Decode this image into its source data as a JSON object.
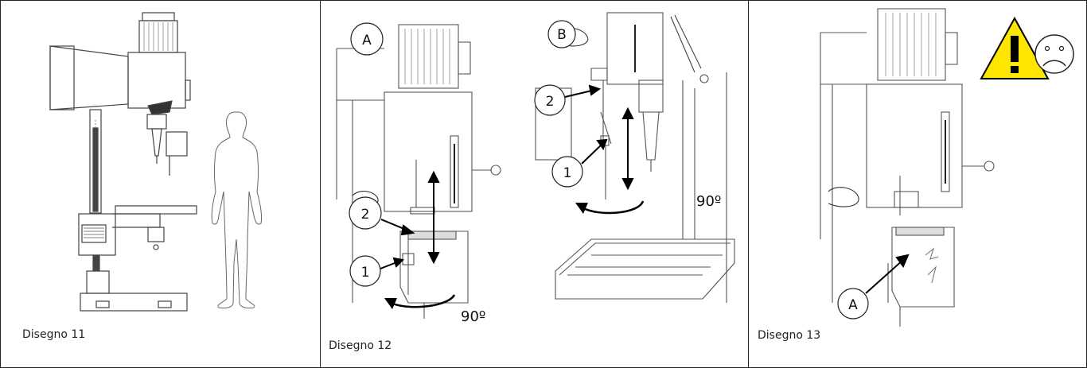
{
  "figures": [
    {
      "caption": "Disegno 11"
    },
    {
      "caption": "Disegno 12",
      "callouts": {
        "view_a": "A",
        "view_b": "B",
        "a_one": "1",
        "a_two": "2",
        "b_one": "1",
        "b_two": "2",
        "angle_a": "90º",
        "angle_b": "90º"
      }
    },
    {
      "caption": "Disegno 13",
      "callouts": {
        "a": "A"
      }
    }
  ]
}
